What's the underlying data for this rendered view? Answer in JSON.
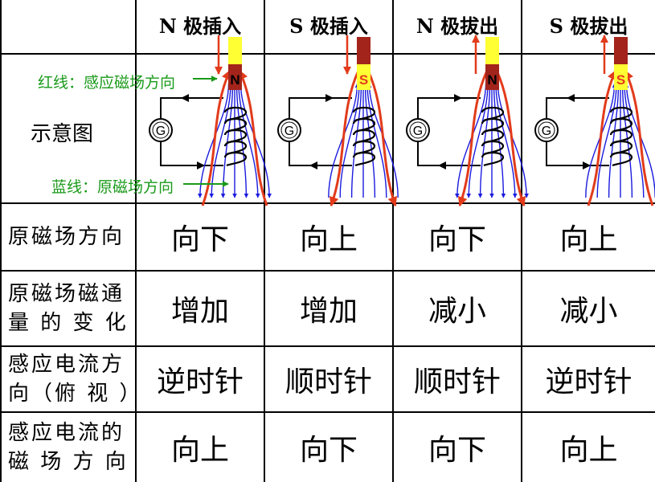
{
  "columns": [
    "N 极插入",
    "S 极插入",
    "N 极拔出",
    "S 极拔出"
  ],
  "figure_row_label": "示意图",
  "annotations": {
    "red_line": "红线：感应磁场方向",
    "blue_line": "蓝线：原磁场方向"
  },
  "magnets": [
    {
      "pole": "N",
      "motion": "insert"
    },
    {
      "pole": "S",
      "motion": "insert"
    },
    {
      "pole": "N",
      "motion": "withdraw"
    },
    {
      "pole": "S",
      "motion": "withdraw"
    }
  ],
  "galvanometer_label": "G",
  "rows": [
    {
      "label": "原磁场方向",
      "values": [
        "向下",
        "向上",
        "向下",
        "向上"
      ]
    },
    {
      "label_lines": [
        "原磁场磁通",
        "量 的 变 化"
      ],
      "values": [
        "增加",
        "增加",
        "减小",
        "减小"
      ]
    },
    {
      "label_lines": [
        "感应电流方",
        "向（俯 视 ）"
      ],
      "values": [
        "逆时针",
        "顺时针",
        "顺时针",
        "逆时针"
      ]
    },
    {
      "label_lines": [
        "感应电流的",
        "磁 场 方 向"
      ],
      "values": [
        "向上",
        "向下",
        "向下",
        "向上"
      ]
    }
  ],
  "colors": {
    "red": "#e23b1b",
    "blue": "#1b1bdf",
    "green": "#1a9a1a",
    "yellow": "#ffff33",
    "brown": "#a3241b"
  }
}
